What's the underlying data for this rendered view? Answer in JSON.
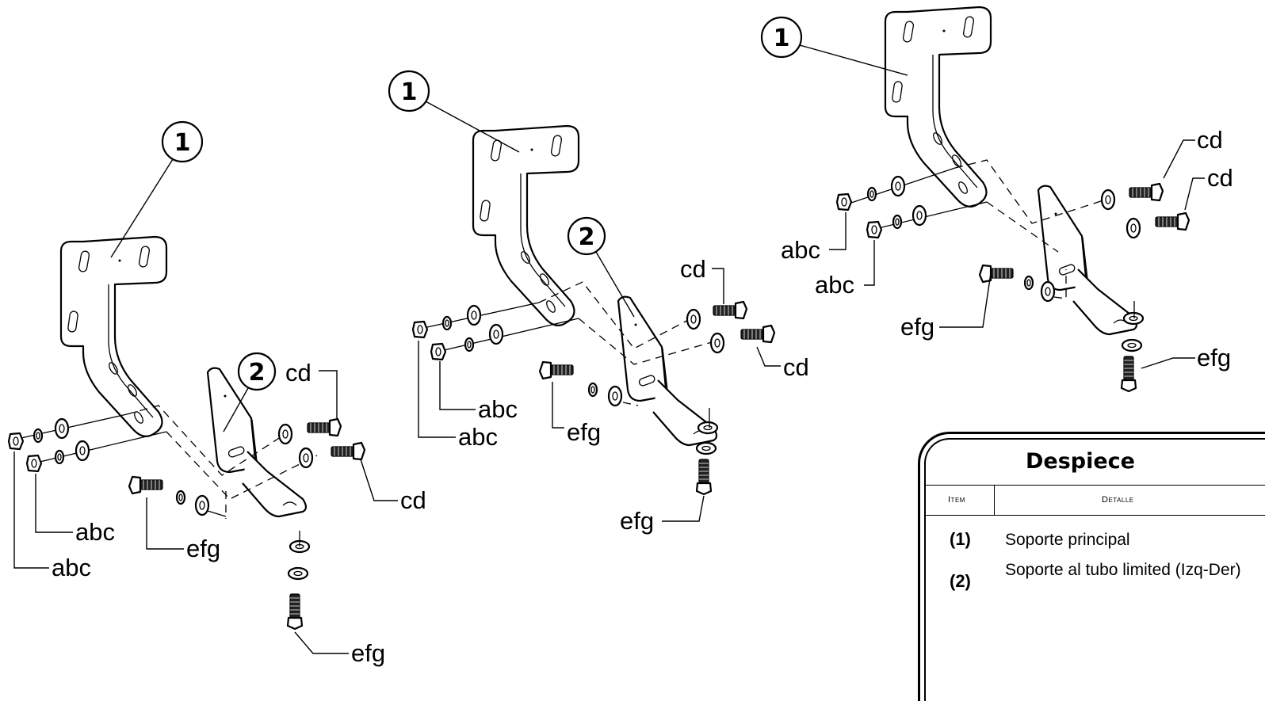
{
  "labels": {
    "item1": "1",
    "item2": "2",
    "nut": "abc",
    "bolt": "cd",
    "screw": "efg"
  },
  "parts_list": {
    "title": "Despiece",
    "header_item": "Item",
    "header_detail": "Detalle",
    "rows": [
      {
        "num": "(1)",
        "desc": "Soporte principal"
      },
      {
        "num": "(2)",
        "desc": "Soporte al tubo limited (Izq-Der)"
      }
    ]
  }
}
